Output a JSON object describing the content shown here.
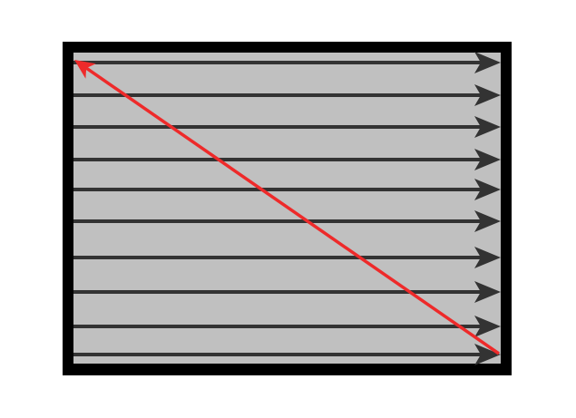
{
  "diagram": {
    "description_free": true,
    "row_count": 10,
    "colors": {
      "frame": "#000000",
      "fill": "#c0c0c0",
      "row_arrow": "#333333",
      "diagonal_arrow": "#ee2a2a"
    },
    "row_arrow_direction": "left-to-right",
    "diagonal_arrow_direction": "bottom-right-to-top-left"
  }
}
